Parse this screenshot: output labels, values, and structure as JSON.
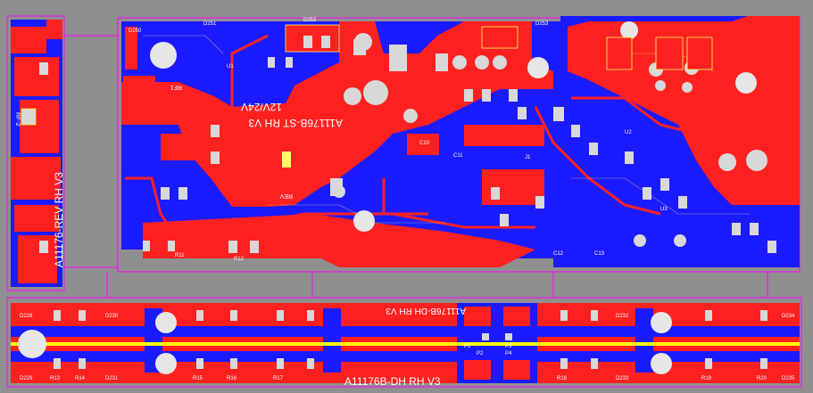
{
  "colors": {
    "background": "#8f8f8f",
    "top_copper": "#ff2020",
    "bottom_copper": "#1a1aff",
    "silkscreen": "#ffffff",
    "outline": "#ff00ff",
    "pads": "#d8d8d8",
    "strip_trace": "#ffff00"
  },
  "board_texts": {
    "left_strip": "A11176-REV RH V3",
    "main_title": "A11176B-ST RH V3",
    "voltage": "12V/24V",
    "bottom_top": "A11176B-DH RH V3",
    "bottom_bottom": "A11176B-DH RH V3",
    "rev": "REV",
    "rf1": "RF1",
    "rf2": "RF-2"
  },
  "designators": {
    "d250": "D250",
    "d251": "D251",
    "d252": "D252",
    "d253": "D253",
    "r11": "R11",
    "r12": "R12",
    "r13": "R13",
    "r14": "R14",
    "r15": "R15",
    "r16": "R16",
    "r17": "R17",
    "r18": "R18",
    "r19": "R19",
    "r20": "R20",
    "d228": "D228",
    "d229": "D229",
    "d230": "D230",
    "d231": "D231",
    "d232": "D232",
    "d233": "D233",
    "d234": "D234",
    "d235": "D235",
    "u1": "U1",
    "u2": "U2",
    "u3": "U3",
    "j1": "J1",
    "c10": "C10",
    "c11": "C11",
    "c12": "C12",
    "c13": "C13",
    "p1": "P1",
    "p2": "P2",
    "p3": "P3",
    "p4": "P4"
  }
}
